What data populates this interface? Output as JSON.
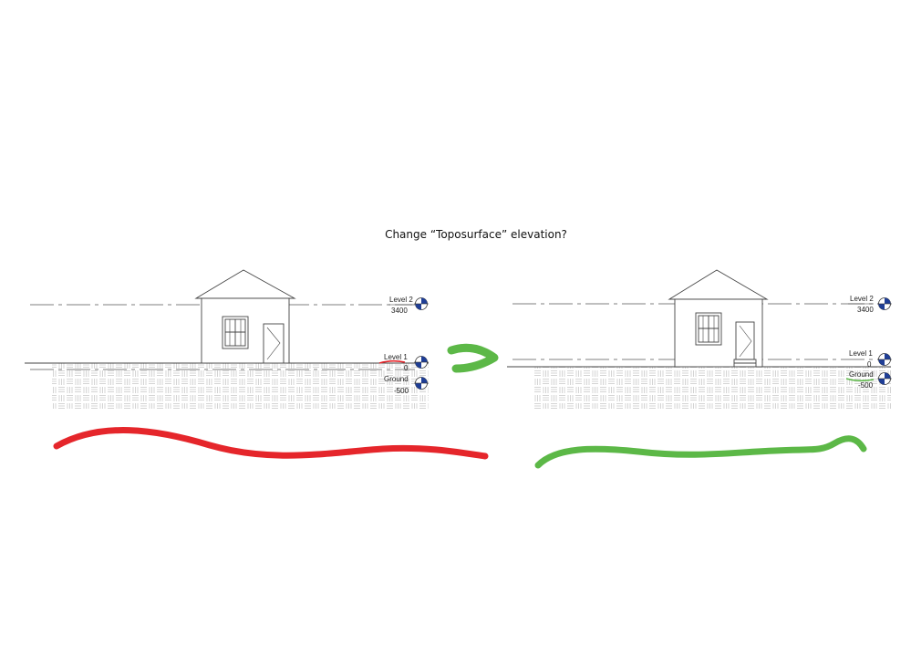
{
  "title": "Change “Toposurface” elevation?",
  "left_panel": {
    "level2": {
      "name": "Level 2",
      "value": "3400"
    },
    "level1": {
      "name": "Level 1",
      "value": "0"
    },
    "ground": {
      "name": "Ground",
      "value": "-500"
    }
  },
  "right_panel": {
    "level2": {
      "name": "Level 2",
      "value": "3400"
    },
    "level1": {
      "name": "Level 1",
      "value": "0"
    },
    "ground": {
      "name": "Ground",
      "value": "-500"
    }
  },
  "colors": {
    "wrong": "#e5262b",
    "right": "#5cb847",
    "marker_blue": "#1f3e96",
    "hatch": "#b8b8b8",
    "line": "#444444"
  }
}
